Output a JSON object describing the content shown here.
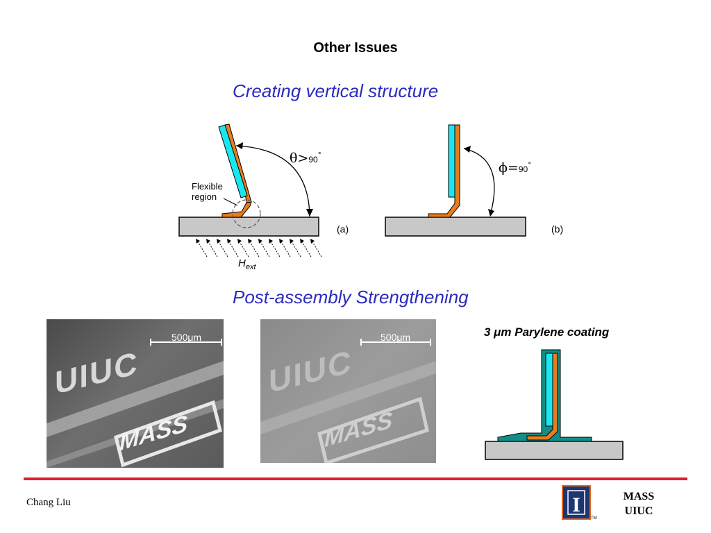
{
  "slide": {
    "title": "Other Issues",
    "heading1": "Creating vertical structure",
    "heading2": "Post-assembly Strengthening",
    "author": "Chang Liu",
    "org_line1": "MASS",
    "org_line2": "UIUC",
    "logo_letter": "I",
    "logo_tm": "TM"
  },
  "diagram_a": {
    "label": "(a)",
    "flexible_line1": "Flexible",
    "flexible_line2": "region",
    "angle_symbol": "θ",
    "angle_relation": ">",
    "angle_value": "90",
    "degree": "°",
    "field_main": "H",
    "field_sub": "ext"
  },
  "diagram_b": {
    "label": "(b)",
    "angle_symbol": "ϕ",
    "angle_relation": "=",
    "angle_value": "90",
    "degree": "°"
  },
  "photos": {
    "scale_label": "500μm",
    "text_uiuc": "UIUC",
    "text_mass": "MASS"
  },
  "coating": {
    "caption": "3 μm Parylene coating"
  },
  "colors": {
    "heading": "#2a2abf",
    "accent_line": "#e0202a",
    "orange": "#e87d1e",
    "cyan": "#19e6f0",
    "teal": "#138d86",
    "substrate": "#c8c8c8",
    "logo_blue": "#1c3673",
    "logo_orange": "#e06a21"
  }
}
